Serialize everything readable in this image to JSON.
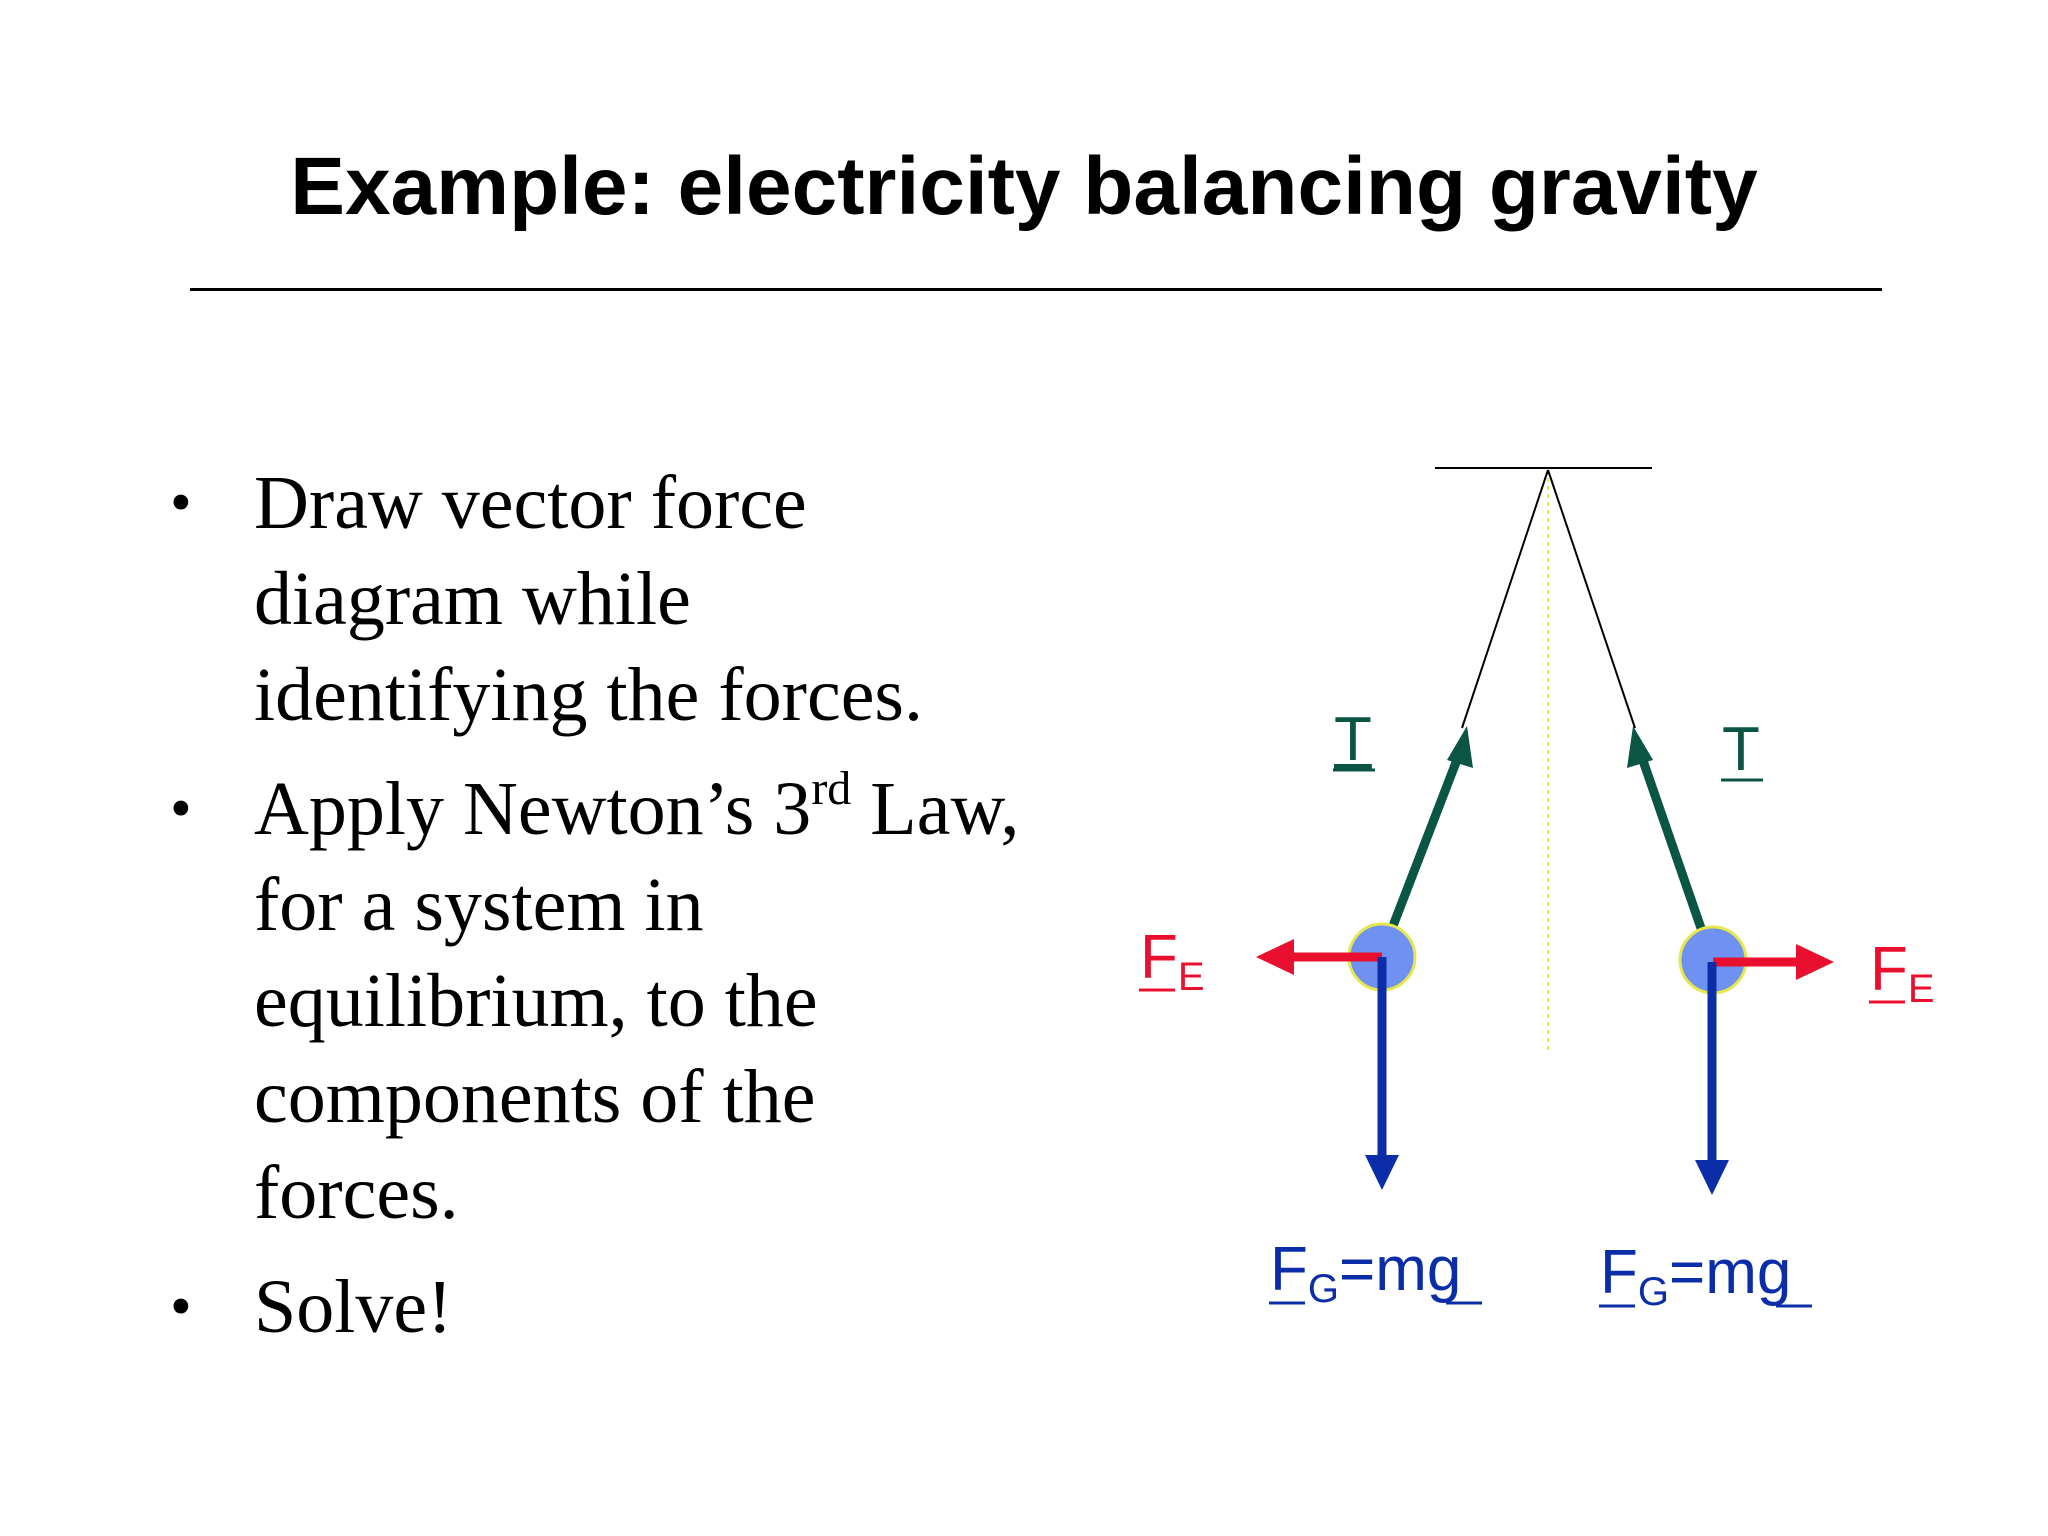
{
  "title": "Example: electricity balancing gravity",
  "bullets": [
    {
      "text": "Draw vector force diagram while identifying the forces."
    },
    {
      "text_before": "Apply Newton’s 3",
      "sup": "rd",
      "text_after": " Law, for a system in equilibrium, to the components of the forces."
    },
    {
      "text": "Solve!"
    }
  ],
  "bullet_symbol": "•",
  "diagram": {
    "labels": {
      "tension": "T",
      "electric_force_main": "F",
      "electric_force_sub": "E",
      "gravity_main": "F",
      "gravity_sub": "G",
      "gravity_rest": "=mg"
    },
    "colors": {
      "tension": "#0b5545",
      "electric": "#e8102e",
      "gravity": "#0b2ea8",
      "ball_fill": "#6f92f2",
      "ball_stroke": "#e6e64d",
      "centerline": "#e6e64d",
      "string": "#000000"
    }
  }
}
